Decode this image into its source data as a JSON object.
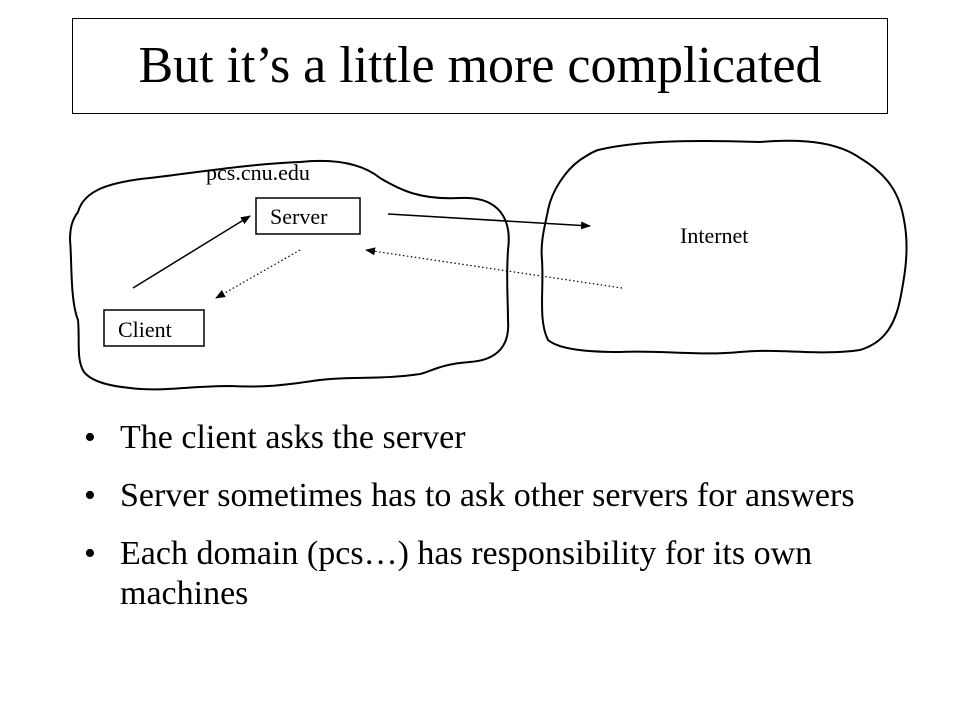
{
  "slide": {
    "title": "But it’s a little more complicated"
  },
  "diagram": {
    "domain_label": "pcs.cnu.edu",
    "server_label": "Server",
    "client_label": "Client",
    "internet_label": "Internet"
  },
  "bullets": [
    "The client asks the server",
    "Server sometimes has to ask other servers for answers",
    "Each domain (pcs…) has responsibility for its own machines"
  ],
  "bullet_glyph": "•"
}
